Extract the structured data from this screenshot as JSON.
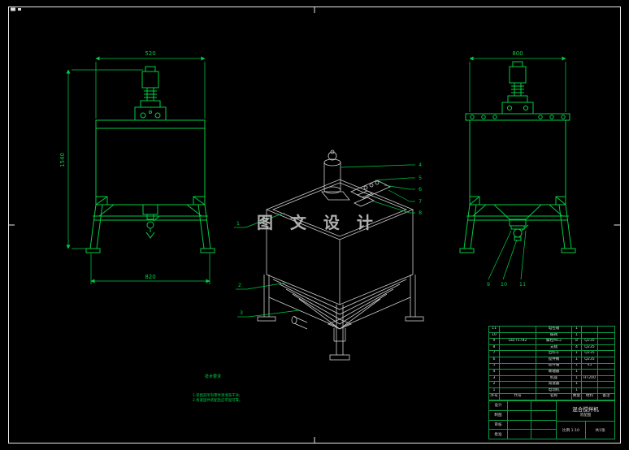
{
  "watermark": "图 文 设 计",
  "colors": {
    "bg": "#000000",
    "line_green": "#00cc44",
    "line_white": "#cfcfcf",
    "table_green": "#0d9a44",
    "text_white": "#d9d9d9"
  },
  "drawing": {
    "front_view": {
      "dim_top": "520",
      "dim_left": "1540",
      "dim_bottom": "820"
    },
    "side_view": {
      "dim_top": "800",
      "callouts": [
        "9",
        "10",
        "11"
      ]
    },
    "iso_view": {
      "callouts_left": [
        "1",
        "2",
        "3"
      ],
      "callouts_right": [
        "4",
        "5",
        "6",
        "7",
        "8"
      ]
    }
  },
  "notes": {
    "title": "技术要求",
    "lines": [
      "1.装配前所有零件须清洗干净;",
      "2.各紧固件装配后应牢固可靠。"
    ]
  },
  "titleblock": {
    "bom": {
      "headers": [
        "序号",
        "代号",
        "名称",
        "数量",
        "材料",
        "备注"
      ],
      "rows": [
        [
          "11",
          "",
          "电控箱",
          "1",
          "",
          ""
        ],
        [
          "10",
          "",
          "蝶阀",
          "1",
          "",
          ""
        ],
        [
          "9",
          "GB/T5782",
          "螺栓M12",
          "8",
          "Q235",
          ""
        ],
        [
          "8",
          "",
          "支腿",
          "4",
          "Q235",
          ""
        ],
        [
          "7",
          "",
          "出料斗",
          "1",
          "Q235",
          ""
        ],
        [
          "6",
          "",
          "搅拌桶",
          "1",
          "Q235",
          ""
        ],
        [
          "5",
          "",
          "搅拌轴",
          "1",
          "45",
          ""
        ],
        [
          "4",
          "",
          "联轴器",
          "1",
          "",
          ""
        ],
        [
          "3",
          "",
          "机座",
          "1",
          "HT200",
          ""
        ],
        [
          "2",
          "",
          "减速器",
          "1",
          "",
          ""
        ],
        [
          "1",
          "",
          "电动机",
          "1",
          "",
          ""
        ]
      ]
    },
    "sign_rows": [
      [
        "设计",
        "",
        ""
      ],
      [
        "制图",
        "",
        ""
      ],
      [
        "审核",
        "",
        ""
      ],
      [
        "批准",
        "",
        ""
      ]
    ],
    "title": "混合搅拌机",
    "subtitle": "装配图",
    "scale": "比例 1:10",
    "sheet": "共1张"
  }
}
